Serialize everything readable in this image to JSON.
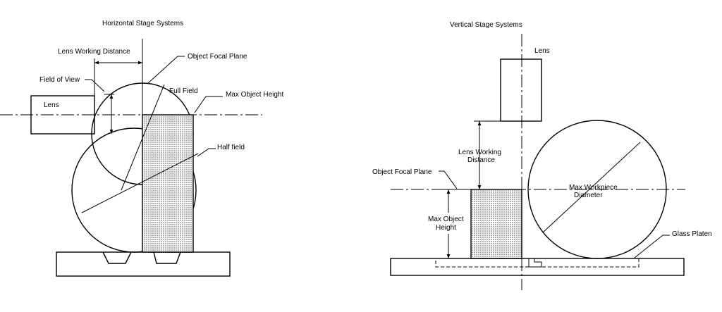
{
  "left": {
    "title": "Horizontal Stage Systems",
    "lens_label": "Lens",
    "lens_working_distance": "Lens Working Distance",
    "object_focal_plane": "Object Focal Plane",
    "field_of_view": "Field of View",
    "full_field": "Full Field",
    "max_object_height": "Max Object Height",
    "half_field": "Half field"
  },
  "right": {
    "title": "Vertical Stage Systems",
    "lens_label": "Lens",
    "lens_working_distance_line1": "Lens Working",
    "lens_working_distance_line2": "Distance",
    "object_focal_plane": "Object Focal Plane",
    "max_object_height_line1": "Max Object",
    "max_object_height_line2": "Height",
    "max_workpiece_line1": "Max Workpiece",
    "max_workpiece_line2": "Diameter",
    "glass_platen": "Glass Platen"
  }
}
